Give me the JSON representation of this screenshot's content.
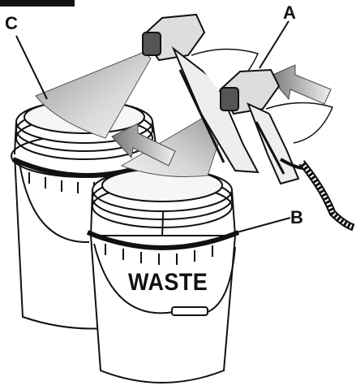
{
  "figure": {
    "callouts": {
      "c": "C",
      "a": "A",
      "b": "B"
    },
    "bucket_label": "WASTE"
  }
}
